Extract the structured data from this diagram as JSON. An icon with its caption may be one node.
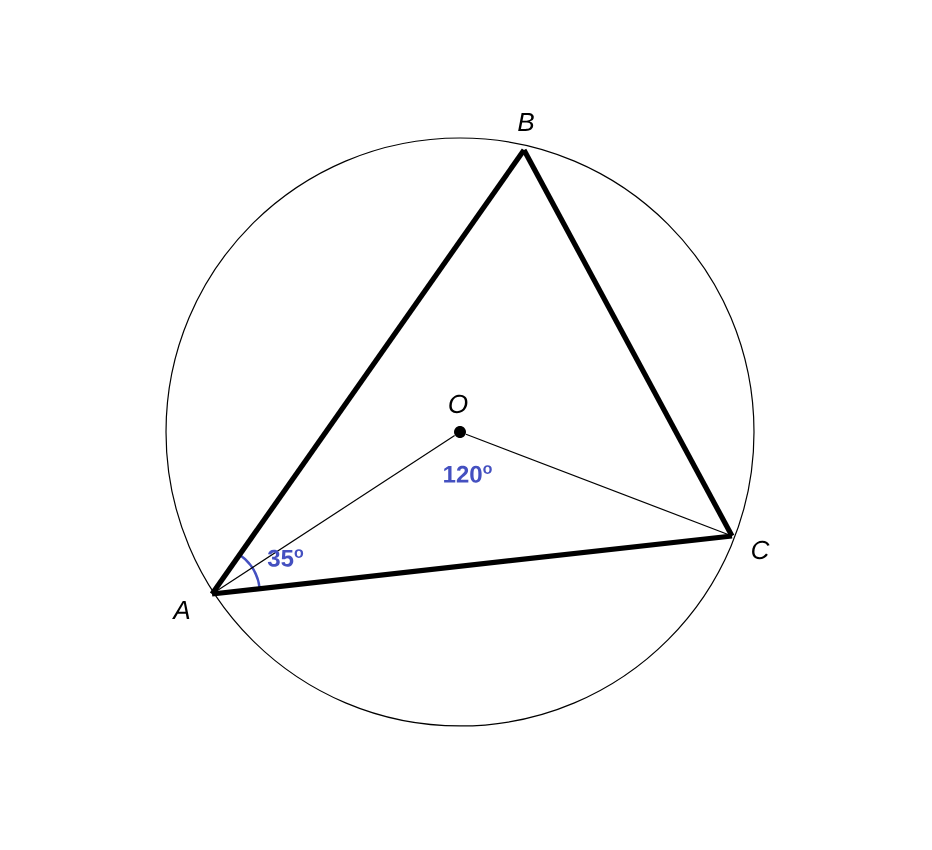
{
  "diagram": {
    "nodes": [
      {
        "text": [
          "A"
        ]
      },
      {
        "text": [
          "B"
        ]
      },
      {
        "text": [
          "C"
        ]
      },
      {
        "text": [
          "O"
        ]
      }
    ],
    "edges": [
      {
        "from": 0,
        "to": 1,
        "arrow": "none"
      },
      {
        "from": 1,
        "to": 2,
        "arrow": "none"
      },
      {
        "from": 2,
        "to": 0,
        "arrow": "none"
      },
      {
        "from": 3,
        "to": 0,
        "arrow": "none"
      },
      {
        "from": 3,
        "to": 2,
        "arrow": "none"
      }
    ],
    "labels": [
      "35$^{o}$",
      "120$^{o}$"
    ]
  }
}
